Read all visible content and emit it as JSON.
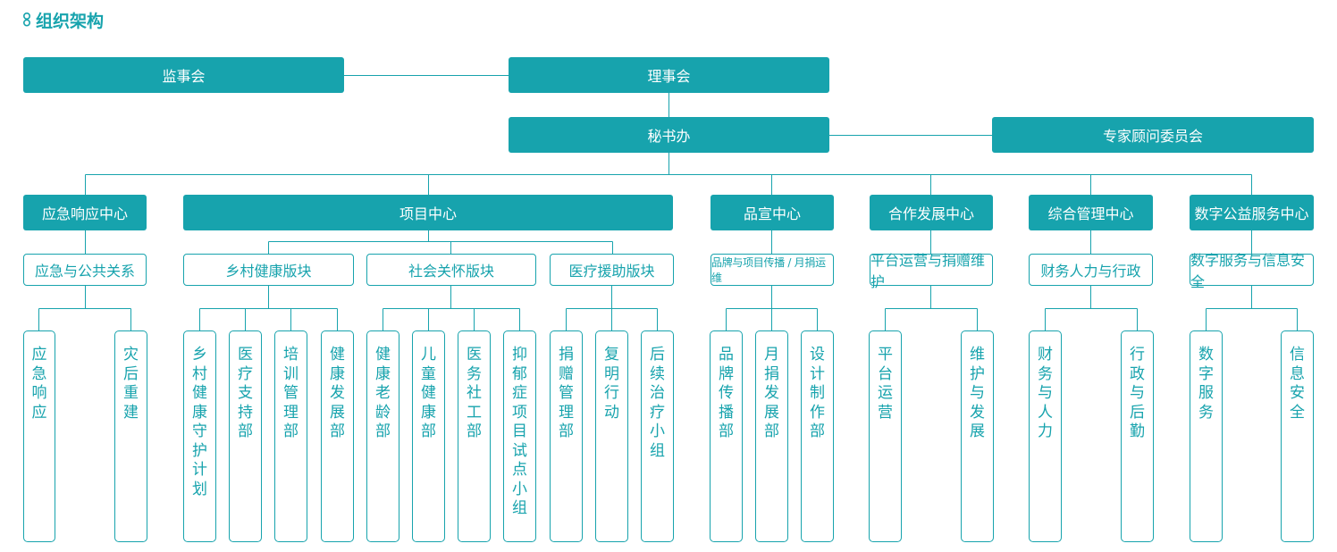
{
  "title": "组织架构",
  "icon": "linked-rings-icon",
  "accent_color": "#17a3ad",
  "top": {
    "supervisory_board": "监事会",
    "council": "理事会",
    "secretariat": "秘书办",
    "expert_committee": "专家顾问委员会"
  },
  "centers": [
    {
      "label": "应急响应中心",
      "blocks": [
        {
          "label": "应急与公共关系",
          "leaves": [
            "应急响应",
            "灾后重建"
          ]
        }
      ]
    },
    {
      "label": "项目中心",
      "blocks": [
        {
          "label": "乡村健康版块",
          "leaves": [
            "乡村健康守护计划",
            "医疗支持部",
            "培训管理部",
            "健康发展部"
          ]
        },
        {
          "label": "社会关怀版块",
          "leaves": [
            "健康老龄部",
            "儿童健康部",
            "医务社工部",
            "抑郁症项目试点小组"
          ]
        },
        {
          "label": "医疗援助版块",
          "leaves": [
            "捐赠管理部",
            "复明行动",
            "后续治疗小组"
          ]
        }
      ]
    },
    {
      "label": "品宣中心",
      "blocks": [
        {
          "label": "品牌与项目传播 / 月捐运维",
          "leaves": [
            "品牌传播部",
            "月捐发展部",
            "设计制作部"
          ]
        }
      ]
    },
    {
      "label": "合作发展中心",
      "blocks": [
        {
          "label": "平台运营与捐赠维护",
          "leaves": [
            "平台运营",
            "维护与发展"
          ]
        }
      ]
    },
    {
      "label": "综合管理中心",
      "blocks": [
        {
          "label": "财务人力与行政",
          "leaves": [
            "财务与人力",
            "行政与后勤"
          ]
        }
      ]
    },
    {
      "label": "数字公益服务中心",
      "blocks": [
        {
          "label": "数字服务与信息安全",
          "leaves": [
            "数字服务",
            "信息安全"
          ]
        }
      ]
    }
  ]
}
